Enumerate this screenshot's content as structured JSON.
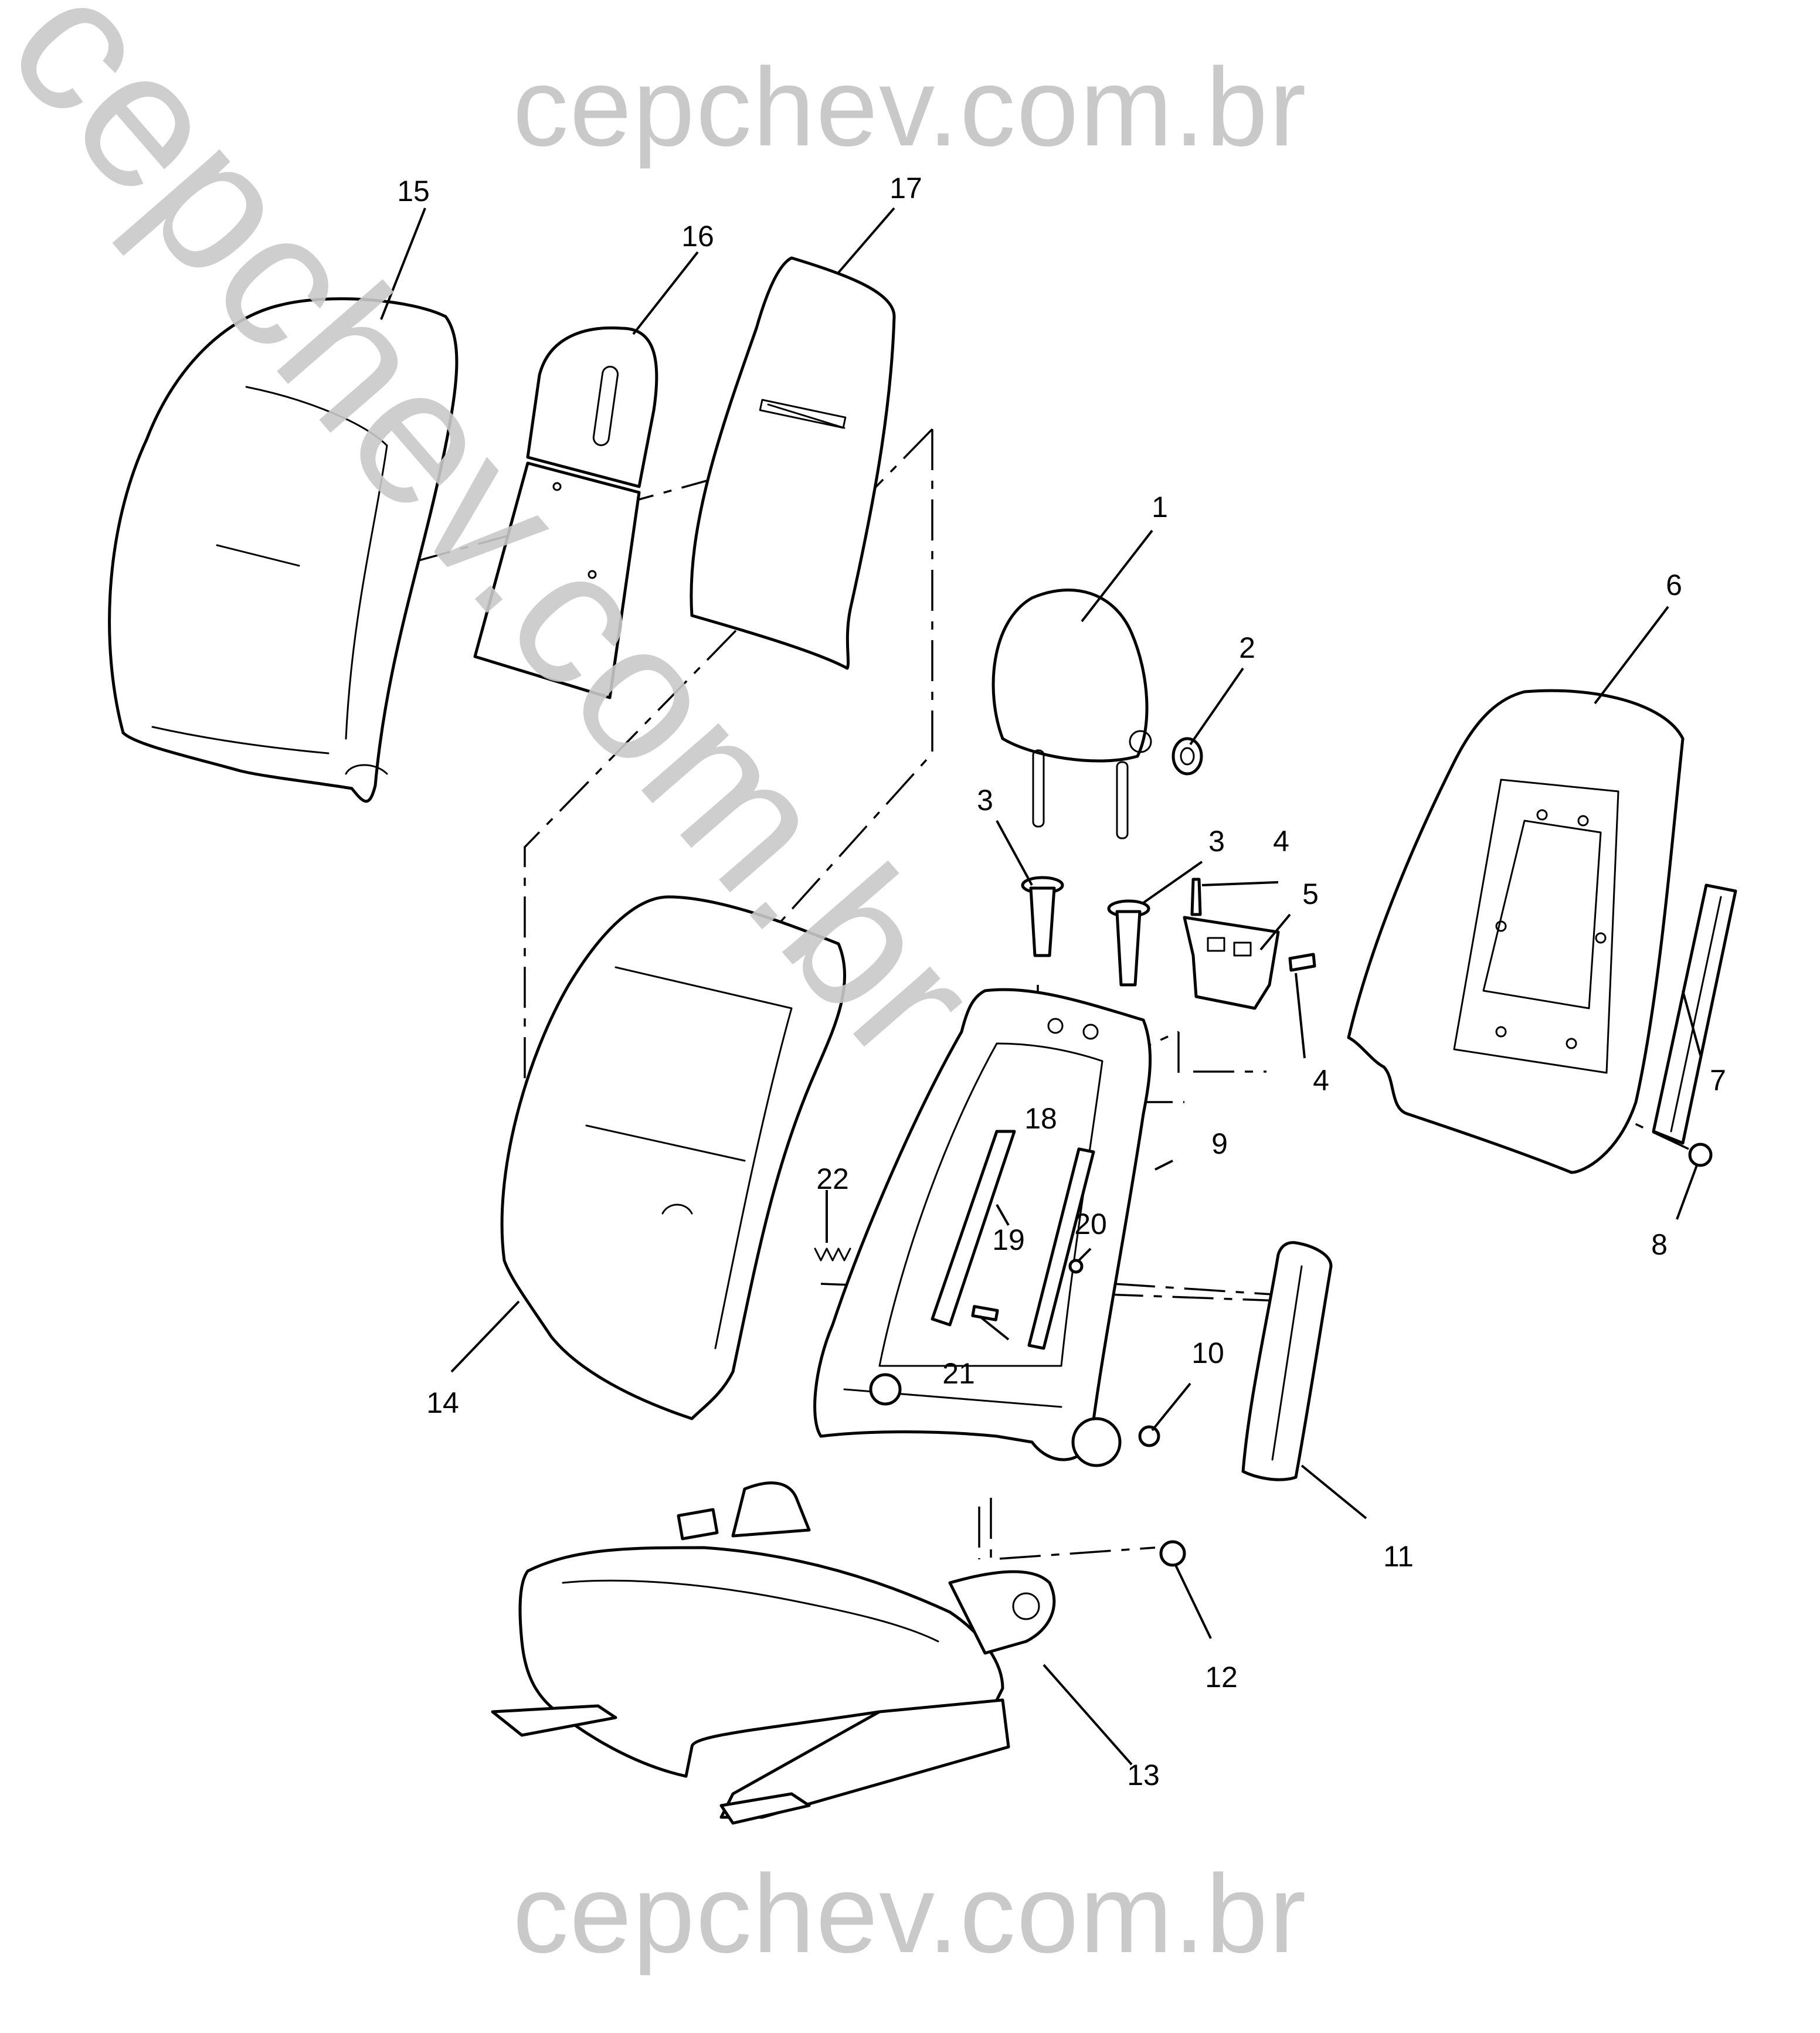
{
  "watermark": {
    "top": "cepchev.com.br",
    "bottom": "cepchev.com.br",
    "diagonal": "cepchev.com.br",
    "color": "#c9c9c9"
  },
  "callouts": [
    {
      "id": "c1",
      "label": "1"
    },
    {
      "id": "c2",
      "label": "2"
    },
    {
      "id": "c3a",
      "label": "3"
    },
    {
      "id": "c3b",
      "label": "3"
    },
    {
      "id": "c4a",
      "label": "4"
    },
    {
      "id": "c4b",
      "label": "4"
    },
    {
      "id": "c5",
      "label": "5"
    },
    {
      "id": "c6",
      "label": "6"
    },
    {
      "id": "c7",
      "label": "7"
    },
    {
      "id": "c8",
      "label": "8"
    },
    {
      "id": "c9",
      "label": "9"
    },
    {
      "id": "c10",
      "label": "10"
    },
    {
      "id": "c11",
      "label": "11"
    },
    {
      "id": "c12",
      "label": "12"
    },
    {
      "id": "c13",
      "label": "13"
    },
    {
      "id": "c14",
      "label": "14"
    },
    {
      "id": "c15",
      "label": "15"
    },
    {
      "id": "c16",
      "label": "16"
    },
    {
      "id": "c17",
      "label": "17"
    },
    {
      "id": "c18",
      "label": "18"
    },
    {
      "id": "c19",
      "label": "19"
    },
    {
      "id": "c20",
      "label": "20"
    },
    {
      "id": "c21",
      "label": "21"
    },
    {
      "id": "c22",
      "label": "22"
    }
  ]
}
